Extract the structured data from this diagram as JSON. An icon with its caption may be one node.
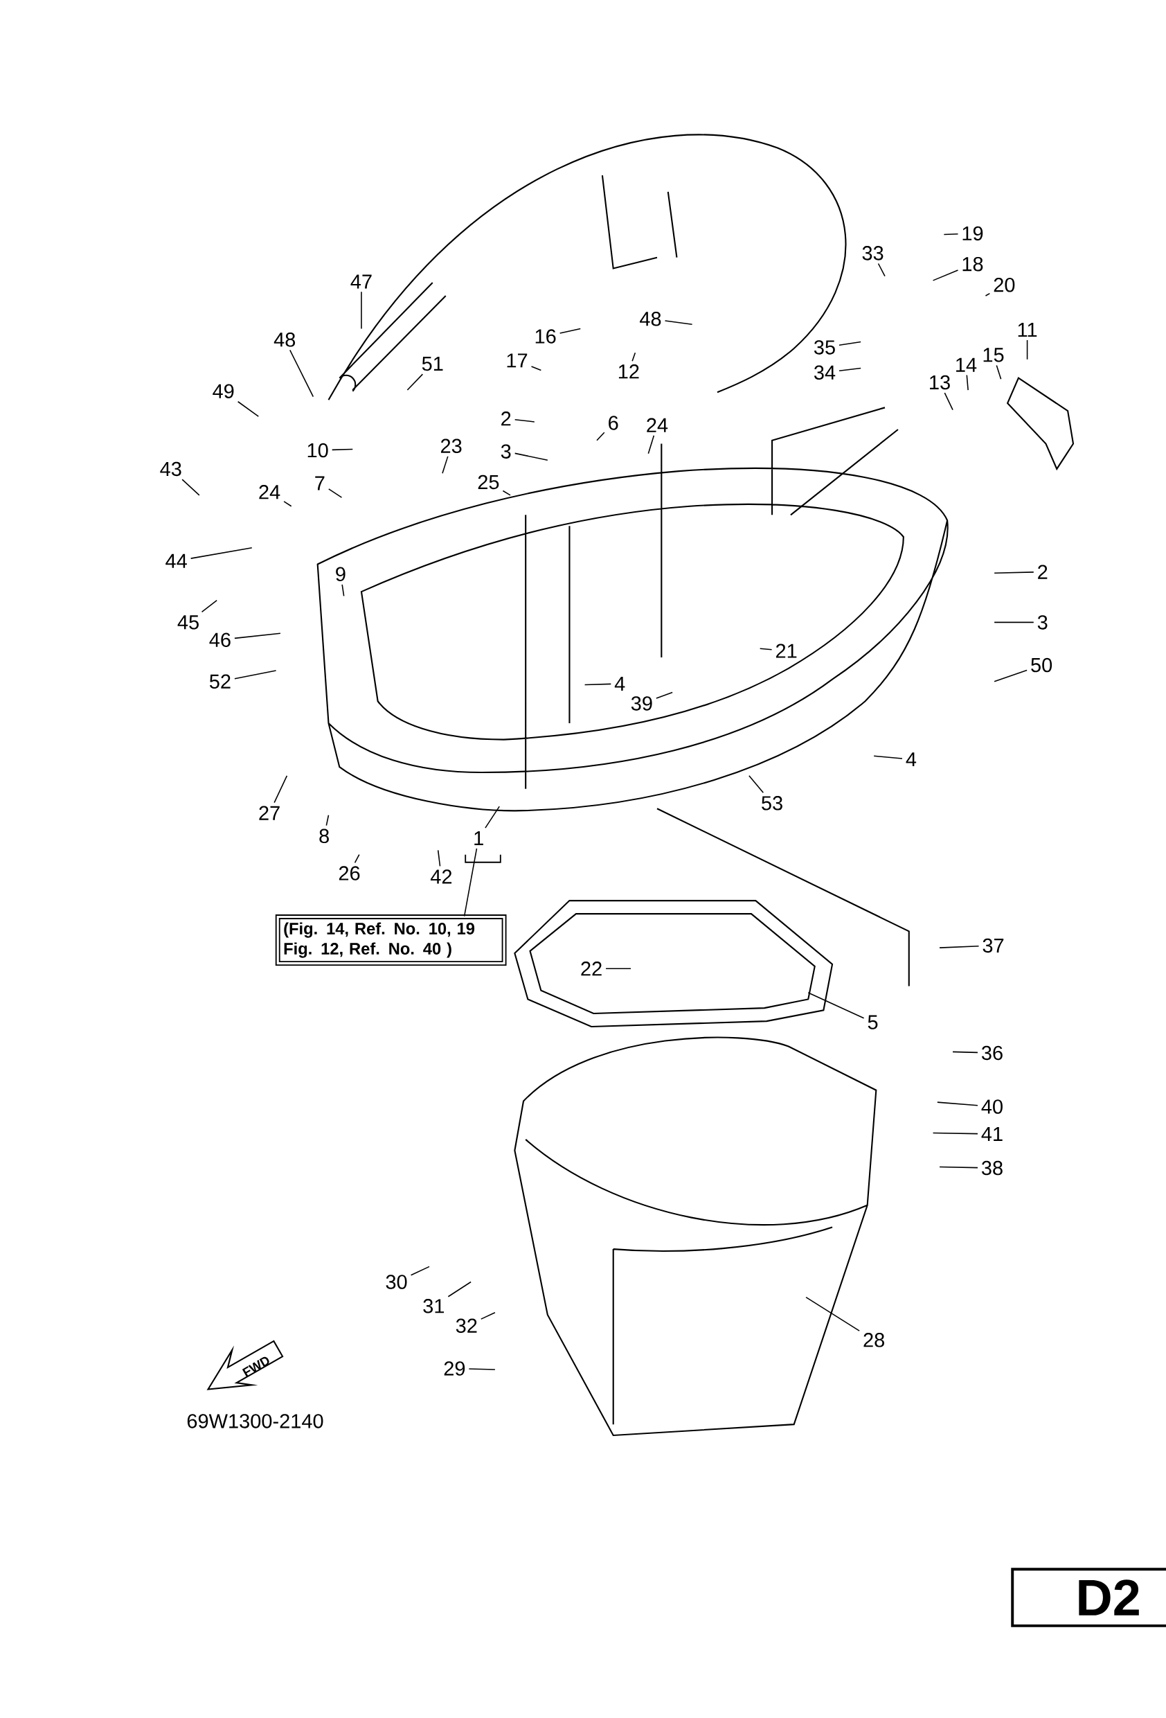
{
  "diagram": {
    "nodes": [
      {
        "text": [
          "19"
        ]
      },
      {
        "text": [
          "18"
        ]
      },
      {
        "text": [
          "33"
        ]
      },
      {
        "text": [
          "47"
        ]
      },
      {
        "text": [
          "20"
        ]
      },
      {
        "text": [
          "48"
        ]
      },
      {
        "text": [
          "11"
        ]
      },
      {
        "text": [
          "16"
        ]
      },
      {
        "text": [
          "48"
        ]
      },
      {
        "text": [
          "35"
        ]
      },
      {
        "text": [
          "51"
        ]
      },
      {
        "text": [
          "17"
        ]
      },
      {
        "text": [
          "14"
        ]
      },
      {
        "text": [
          "15"
        ]
      },
      {
        "text": [
          "12"
        ]
      },
      {
        "text": [
          "34"
        ]
      },
      {
        "text": [
          "13"
        ]
      },
      {
        "text": [
          "49"
        ]
      },
      {
        "text": [
          "2"
        ]
      },
      {
        "text": [
          "6"
        ]
      },
      {
        "text": [
          "24"
        ]
      },
      {
        "text": [
          "10"
        ]
      },
      {
        "text": [
          "23"
        ]
      },
      {
        "text": [
          "3"
        ]
      },
      {
        "text": [
          "43"
        ]
      },
      {
        "text": [
          "25"
        ]
      },
      {
        "text": [
          "7"
        ]
      },
      {
        "text": [
          "24"
        ]
      },
      {
        "text": [
          "44"
        ]
      },
      {
        "text": [
          "2"
        ]
      },
      {
        "text": [
          "9"
        ]
      },
      {
        "text": [
          "45"
        ]
      },
      {
        "text": [
          "3"
        ]
      },
      {
        "text": [
          "46"
        ]
      },
      {
        "text": [
          "21"
        ]
      },
      {
        "text": [
          "50"
        ]
      },
      {
        "text": [
          "52"
        ]
      },
      {
        "text": [
          "4"
        ]
      },
      {
        "text": [
          "39"
        ]
      },
      {
        "text": [
          "4"
        ]
      },
      {
        "text": [
          "53"
        ]
      },
      {
        "text": [
          "27"
        ]
      },
      {
        "text": [
          "8"
        ]
      },
      {
        "text": [
          "1"
        ]
      },
      {
        "text": [
          "26"
        ]
      },
      {
        "text": [
          "42"
        ]
      },
      {
        "text": [
          "(Fig. 14, Ref. No. 10, 19 Fig. 12, Ref. No. 40 )"
        ]
      },
      {
        "text": [
          "37"
        ]
      },
      {
        "text": [
          "22"
        ]
      },
      {
        "text": [
          "5"
        ]
      },
      {
        "text": [
          "36"
        ]
      },
      {
        "text": [
          "40"
        ]
      },
      {
        "text": [
          "41"
        ]
      },
      {
        "text": [
          "38"
        ]
      },
      {
        "text": [
          "30"
        ]
      },
      {
        "text": [
          "31"
        ]
      },
      {
        "text": [
          "32"
        ]
      },
      {
        "text": [
          "28"
        ]
      },
      {
        "text": [
          "29"
        ]
      },
      {
        "text": [
          "D2"
        ]
      }
    ],
    "edges": [
      {
        "from": 0,
        "to": null,
        "arrow": "none"
      },
      {
        "from": 1,
        "to": null,
        "arrow": "none"
      },
      {
        "from": 2,
        "to": null,
        "arrow": "none"
      },
      {
        "from": 3,
        "to": null,
        "arrow": "none"
      },
      {
        "from": 4,
        "to": null,
        "arrow": "none"
      },
      {
        "from": 5,
        "to": null,
        "arrow": "none"
      },
      {
        "from": 6,
        "to": null,
        "arrow": "none"
      },
      {
        "from": 7,
        "to": null,
        "arrow": "none"
      },
      {
        "from": 8,
        "to": null,
        "arrow": "none"
      },
      {
        "from": 9,
        "to": null,
        "arrow": "none"
      },
      {
        "from": 10,
        "to": null,
        "arrow": "none"
      },
      {
        "from": 11,
        "to": null,
        "arrow": "none"
      },
      {
        "from": 12,
        "to": null,
        "arrow": "none"
      },
      {
        "from": 13,
        "to": null,
        "arrow": "none"
      },
      {
        "from": 14,
        "to": null,
        "arrow": "none"
      },
      {
        "from": 15,
        "to": null,
        "arrow": "none"
      },
      {
        "from": 16,
        "to": null,
        "arrow": "none"
      },
      {
        "from": 17,
        "to": null,
        "arrow": "none"
      },
      {
        "from": 18,
        "to": null,
        "arrow": "none"
      },
      {
        "from": 19,
        "to": null,
        "arrow": "none"
      },
      {
        "from": 20,
        "to": null,
        "arrow": "none"
      },
      {
        "from": 21,
        "to": null,
        "arrow": "none"
      },
      {
        "from": 22,
        "to": null,
        "arrow": "none"
      },
      {
        "from": 23,
        "to": null,
        "arrow": "none"
      },
      {
        "from": 24,
        "to": null,
        "arrow": "none"
      },
      {
        "from": 25,
        "to": null,
        "arrow": "none"
      },
      {
        "from": 26,
        "to": null,
        "arrow": "none"
      },
      {
        "from": 27,
        "to": null,
        "arrow": "none"
      },
      {
        "from": 28,
        "to": null,
        "arrow": "none"
      },
      {
        "from": 29,
        "to": null,
        "arrow": "none"
      },
      {
        "from": 30,
        "to": null,
        "arrow": "none"
      },
      {
        "from": 31,
        "to": null,
        "arrow": "none"
      },
      {
        "from": 32,
        "to": null,
        "arrow": "none"
      },
      {
        "from": 33,
        "to": null,
        "arrow": "none"
      },
      {
        "from": 34,
        "to": null,
        "arrow": "none"
      },
      {
        "from": 35,
        "to": null,
        "arrow": "none"
      },
      {
        "from": 36,
        "to": null,
        "arrow": "none"
      },
      {
        "from": 37,
        "to": null,
        "arrow": "none"
      },
      {
        "from": 38,
        "to": null,
        "arrow": "none"
      },
      {
        "from": 39,
        "to": null,
        "arrow": "none"
      },
      {
        "from": 40,
        "to": null,
        "arrow": "none"
      },
      {
        "from": 41,
        "to": null,
        "arrow": "none"
      },
      {
        "from": 42,
        "to": null,
        "arrow": "none"
      },
      {
        "from": 43,
        "to": null,
        "arrow": "none"
      },
      {
        "from": 44,
        "to": null,
        "arrow": "none"
      },
      {
        "from": 45,
        "to": null,
        "arrow": "none"
      },
      {
        "from": 46,
        "to": 43,
        "arrow": "none"
      },
      {
        "from": 47,
        "to": null,
        "arrow": "none"
      },
      {
        "from": 48,
        "to": null,
        "arrow": "none"
      },
      {
        "from": 49,
        "to": null,
        "arrow": "none"
      },
      {
        "from": 50,
        "to": null,
        "arrow": "none"
      },
      {
        "from": 51,
        "to": null,
        "arrow": "none"
      },
      {
        "from": 52,
        "to": null,
        "arrow": "none"
      },
      {
        "from": 53,
        "to": null,
        "arrow": "none"
      },
      {
        "from": 54,
        "to": null,
        "arrow": "none"
      },
      {
        "from": 55,
        "to": null,
        "arrow": "none"
      },
      {
        "from": 56,
        "to": null,
        "arrow": "none"
      },
      {
        "from": 57,
        "to": null,
        "arrow": "none"
      },
      {
        "from": 58,
        "to": null,
        "arrow": "none"
      }
    ],
    "labels": [
      "FWD",
      "69W1300-2140"
    ]
  }
}
